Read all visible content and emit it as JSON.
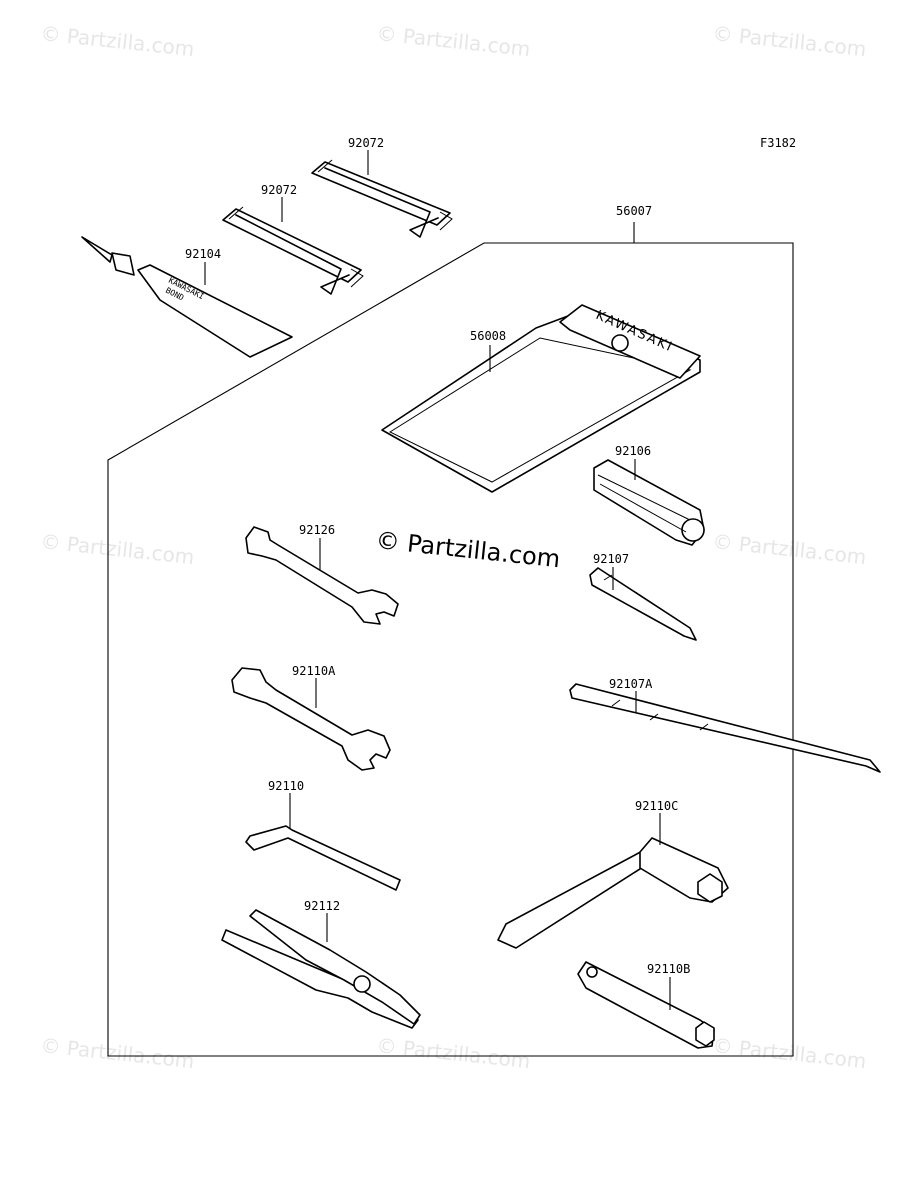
{
  "diagram": {
    "figure_code": "F3182",
    "main_watermark": "© Partzilla.com",
    "watermark_text": "© Partzilla.com",
    "kit_label_text": "KAWASAKI",
    "tube_label_line1": "KAWASAKI",
    "tube_label_line2": "BOND",
    "parts": {
      "p92072a": "92072",
      "p92072b": "92072",
      "p92104": "92104",
      "p56007": "56007",
      "p56008": "56008",
      "p92106": "92106",
      "p92126": "92126",
      "p92107": "92107",
      "p92110A": "92110A",
      "p92107A": "92107A",
      "p92110": "92110",
      "p92110C": "92110C",
      "p92112": "92112",
      "p92110B": "92110B"
    }
  }
}
